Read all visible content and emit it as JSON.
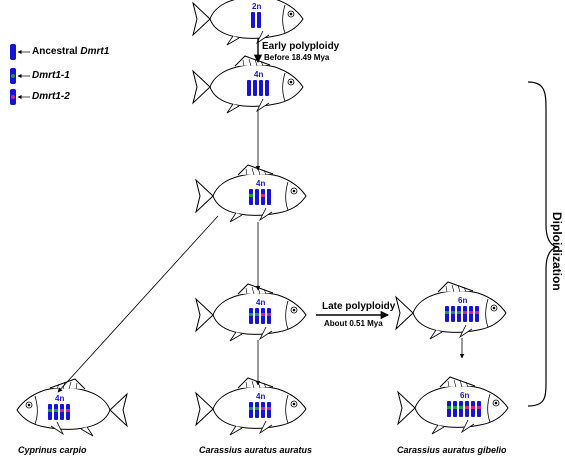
{
  "legend": {
    "items": [
      {
        "label_prefix": "Ancestral ",
        "label_gene": "Dmrt1",
        "mark_color": ""
      },
      {
        "label_prefix": "",
        "label_gene": "Dmrt1-1",
        "mark_color": "#1aa030"
      },
      {
        "label_prefix": "",
        "label_gene": "Dmrt1-2",
        "mark_color": "#e0207a"
      }
    ]
  },
  "events": {
    "early": {
      "title": "Early polyploidy",
      "sub": "Before 18.49 Mya"
    },
    "late": {
      "title": "Late polyploidy",
      "sub": "About 0.51 Mya"
    }
  },
  "ploidy": {
    "p2n": "2n",
    "p4n": "4n",
    "p6n": "6n"
  },
  "species": {
    "carp": "Cyprinus carpio",
    "auratus": "Carassius auratus auratus",
    "gibelio": "Carassius auratus gibelio"
  },
  "side_label": "Diploidization",
  "colors": {
    "chromosome": "#1414d8",
    "dmrt1_1": "#1aa030",
    "dmrt1_2": "#e0207a",
    "line": "#000000"
  }
}
